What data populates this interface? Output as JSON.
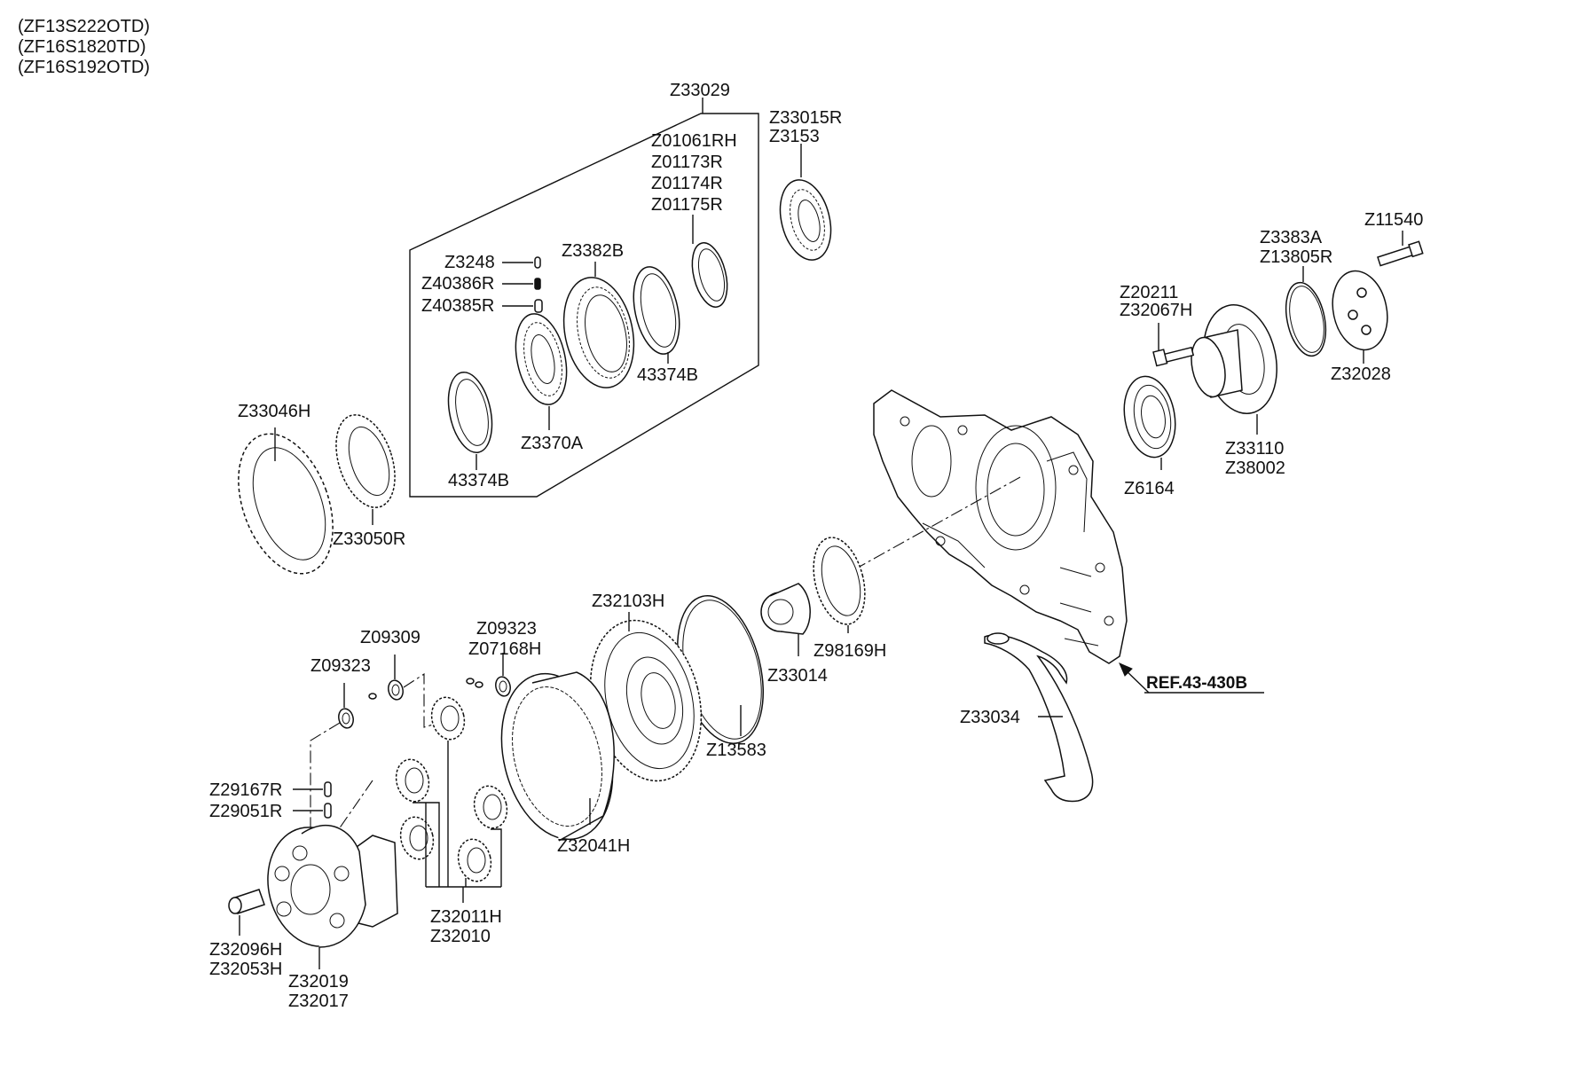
{
  "models": [
    "(ZF13S222OTD)",
    "(ZF16S1820TD)",
    "(ZF16S192OTD)"
  ],
  "reference": "REF.43-430B",
  "labels": {
    "z33029": "Z33029",
    "z33015r": "Z33015R",
    "z3153": "Z3153",
    "z01061rh": "Z01061RH",
    "z01173r": "Z01173R",
    "z01174r": "Z01174R",
    "z01175r": "Z01175R",
    "z3248": "Z3248",
    "z40386r": "Z40386R",
    "z40385r": "Z40385R",
    "z3382b": "Z3382B",
    "p43374b_top": "43374B",
    "z3370a": "Z3370A",
    "p43374b_bottom": "43374B",
    "z33046h": "Z33046H",
    "z33050r": "Z33050R",
    "z11540": "Z11540",
    "z3383a": "Z3383A",
    "z13805r": "Z13805R",
    "z20211": "Z20211",
    "z32067h": "Z32067H",
    "z32028": "Z32028",
    "z33110": "Z33110",
    "z38002": "Z38002",
    "z6164": "Z6164",
    "z32103h": "Z32103H",
    "z09323_top": "Z09323",
    "z07168h": "Z07168H",
    "z09309": "Z09309",
    "z09323_left": "Z09323",
    "z33014": "Z33014",
    "z98169h": "Z98169H",
    "z13583": "Z13583",
    "z33034": "Z33034",
    "z29167r": "Z29167R",
    "z29051r": "Z29051R",
    "z32041h": "Z32041H",
    "z32011h": "Z32011H",
    "z32010": "Z32010",
    "z32096h": "Z32096H",
    "z32053h": "Z32053H",
    "z32019": "Z32019",
    "z32017": "Z32017"
  }
}
